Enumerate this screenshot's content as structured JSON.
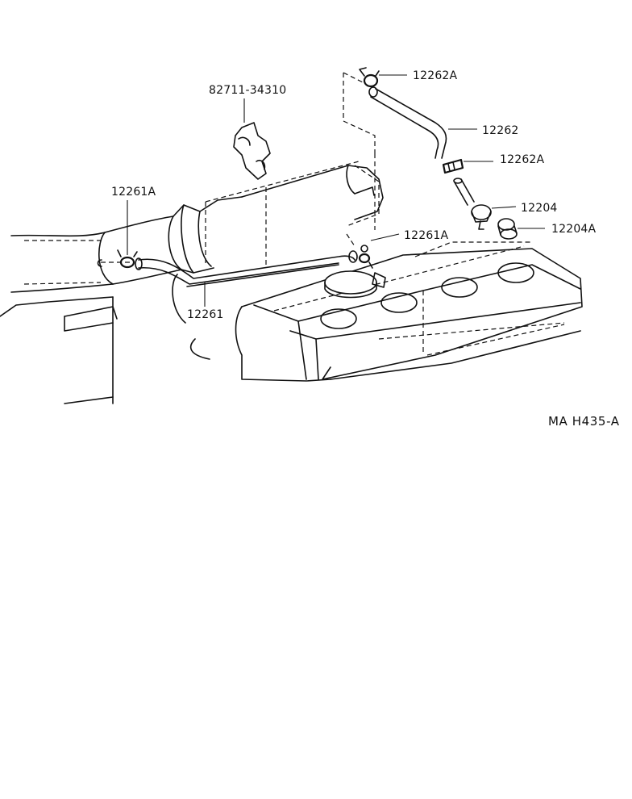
{
  "parts": {
    "p82711": "82711-34310",
    "p12262A_top": "12262A",
    "p12262": "12262",
    "p12262A_mid": "12262A",
    "p12204": "12204",
    "p12204A": "12204A",
    "p12261A_left": "12261A",
    "p12261A_right": "12261A",
    "p12261": "12261"
  },
  "diagram_code": "MA  H435-A",
  "colors": {
    "line": "#111111",
    "background": "#ffffff"
  }
}
